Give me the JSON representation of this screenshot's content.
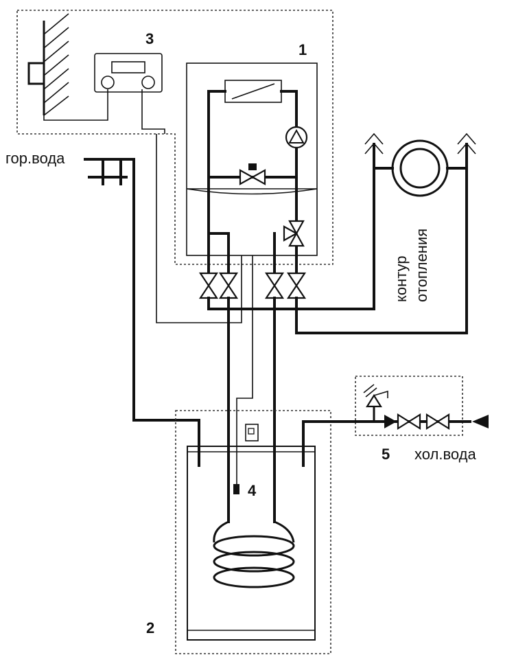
{
  "labels": {
    "hot_water": "гор.вода",
    "cold_water": "хол.вода",
    "heating_circuit_line1": "контур",
    "heating_circuit_line2": "отопления"
  },
  "numbers": {
    "boiler": "1",
    "tank": "2",
    "controller": "3",
    "sensor": "4",
    "safety_group": "5"
  }
}
